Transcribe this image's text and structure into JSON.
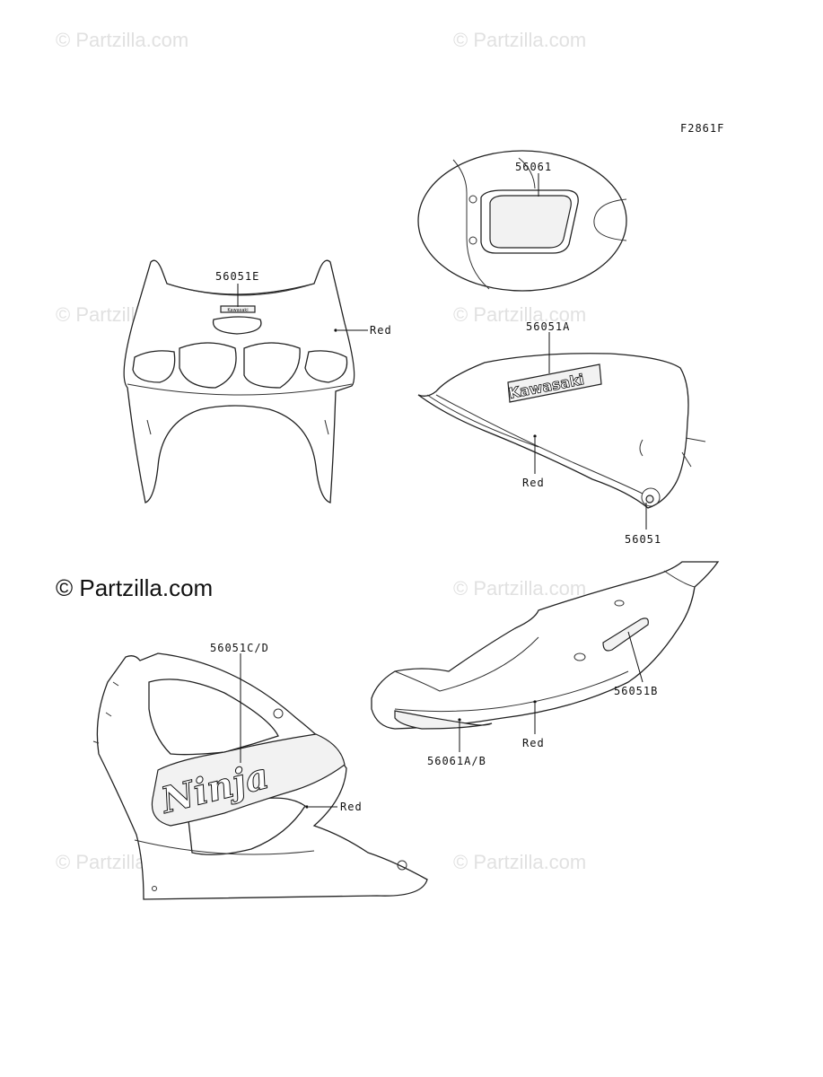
{
  "watermarks": {
    "small": "© Partzilla.com",
    "main": "© Partzilla.com"
  },
  "figure_code": "F2861F",
  "labels": {
    "p56061": "56061",
    "p56051e": "56051E",
    "red_cowl": "Red",
    "p56051a": "56051A",
    "red_tank": "Red",
    "p56051": "56051",
    "p56051cd": "56051C/D",
    "red_fairing": "Red",
    "p56051b": "56051B",
    "red_tail": "Red",
    "p56061ab": "56061A/B"
  },
  "decal_text": {
    "tank_logo": "Kawasaki",
    "windscreen_logo": "Kawasaki",
    "fairing_logo": "Ninja"
  }
}
